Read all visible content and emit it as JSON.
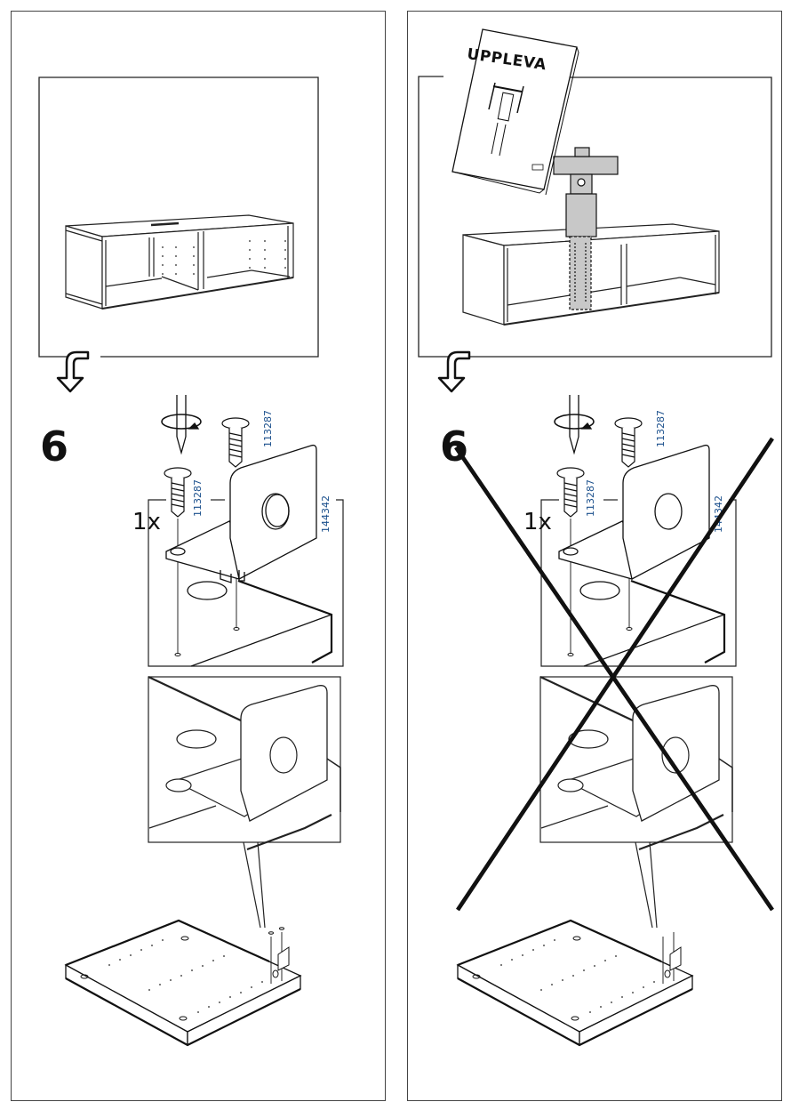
{
  "document": {
    "type": "assembly-instructions",
    "panels": [
      {
        "id": "left",
        "status": "correct",
        "step_number": "6",
        "quantity_label": "1x",
        "parts": [
          {
            "part_number": "113287",
            "role": "screw-top"
          },
          {
            "part_number": "113287",
            "role": "screw-side"
          },
          {
            "part_number": "144342",
            "role": "bracket"
          }
        ],
        "context_illustration": "tv-bench"
      },
      {
        "id": "right",
        "status": "incorrect",
        "step_number": "6",
        "quantity_label": "1x",
        "booklet_title": "UPPLEVA",
        "parts": [
          {
            "part_number": "113287",
            "role": "screw-top"
          },
          {
            "part_number": "113287",
            "role": "screw-side"
          },
          {
            "part_number": "144342",
            "role": "bracket"
          }
        ],
        "context_illustration": "tv-bench-with-uppleva-mount",
        "overlay": "cross-out-x"
      }
    ],
    "icons": {
      "arrow": "bent-down-arrow-icon",
      "rotate": "screwdriver-rotate-icon",
      "screw": "screw-icon",
      "bracket": "bracket-icon",
      "cross": "cross-out-icon"
    },
    "colors": {
      "line": "#111111",
      "part_number": "#1a4f8c",
      "gray_fill": "#c8c8c8",
      "border": "#444444"
    }
  }
}
